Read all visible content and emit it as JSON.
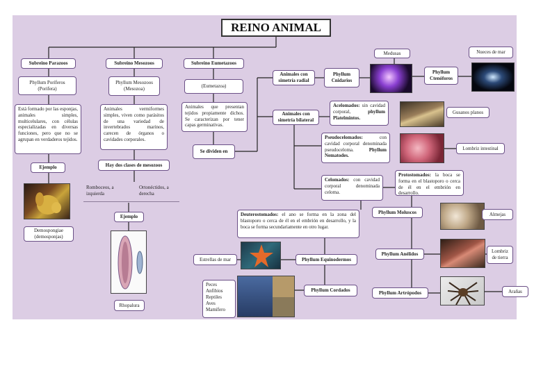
{
  "title": "REINO ANIMAL",
  "subkingdoms": {
    "parazoos": {
      "label": "Subreino Parazoos",
      "phylum": "Phyllum Poríferos (Porifera)",
      "description": "Está formado por las esponjas, animales simples, multicelulares, con células especializadas en diversas funciones, pero que no se agrupan en verdaderos tejidos.",
      "example_label": "Ejemplo",
      "example": "Demospongiae (demosponjas)"
    },
    "mesozoos": {
      "label": "Subreino Mesozoos",
      "phylum": "Phyllum Mesozoos (Mesozoa)",
      "description": "Animales vermiformes simples, viven como parásitos de una variedad de invertebrados marinos, carecen de órganos o cavidades corporales.",
      "classes_label": "Hay dos clases de mesozoos",
      "class_left": "Romboceos, a izquierda",
      "class_right": "Ortonéctidos, a derecha",
      "example_label": "Ejemplo",
      "example": "Rhopalura"
    },
    "eumetazoos": {
      "label": "Subreino Eumetazoos",
      "latin": "(Eumetazoa)",
      "description": "Animales que presentan tejidos propiamente dichos. Se caracterizan por tener capas germinativas.",
      "divide_label": "Se dividen en"
    }
  },
  "radial": {
    "label": "Animales con simetría radial",
    "phylum": "Phyllum Cnidarios",
    "example": "Medusas",
    "phylum2": "Phyllum Ctenóforos",
    "example2": "Nueces de mar"
  },
  "bilateral": {
    "label": "Animales con simetría bilateral",
    "acelomados_title": "Acelomados:",
    "acelomados_text": "sin cavidad corporal,",
    "acelomados_phylum": "phyllum Platelmintos.",
    "acelomados_example": "Gusanos planos",
    "pseudo_title": "Pseudocelomados:",
    "pseudo_text": "con cavidad corporal denominada pseudoceloma.",
    "pseudo_phylum": "Phyllum Nematodes.",
    "pseudo_example": "Lombriz intestinal",
    "celomados_title": "Celomados:",
    "celomados_text": "con cavidad corporal denominada celoma."
  },
  "protostomados": {
    "title": "Protostomados:",
    "text": "la boca se forma en el blastoporo o cerca de él en el embrión en desarrollo.",
    "groups": [
      {
        "phylum": "Phyllum Moluscos",
        "example": "Almejas"
      },
      {
        "phylum": "Phyllum Anélidos",
        "example": "Lombriz de tierra"
      },
      {
        "phylum": "Phyllum Artrópodos",
        "example": "Arañas"
      }
    ]
  },
  "deuterostomados": {
    "title": "Deuterostomados:",
    "text": "el ano se forma en la zona del blastoporo o cerca de él en el embrión en desarrollo, y la boca se forma secundariamente en otro lugar.",
    "equinodermos": "Phyllum Equinodermos",
    "equinodermos_example": "Estrellas de mar",
    "cordados": "Phyllum Cordados",
    "cordados_examples": [
      "Peces",
      "Anfibios",
      "Reptiles",
      "Aves",
      "Mamífero"
    ]
  },
  "colors": {
    "background": "#dccde4",
    "border": "#6a4f86",
    "line": "#222222"
  }
}
